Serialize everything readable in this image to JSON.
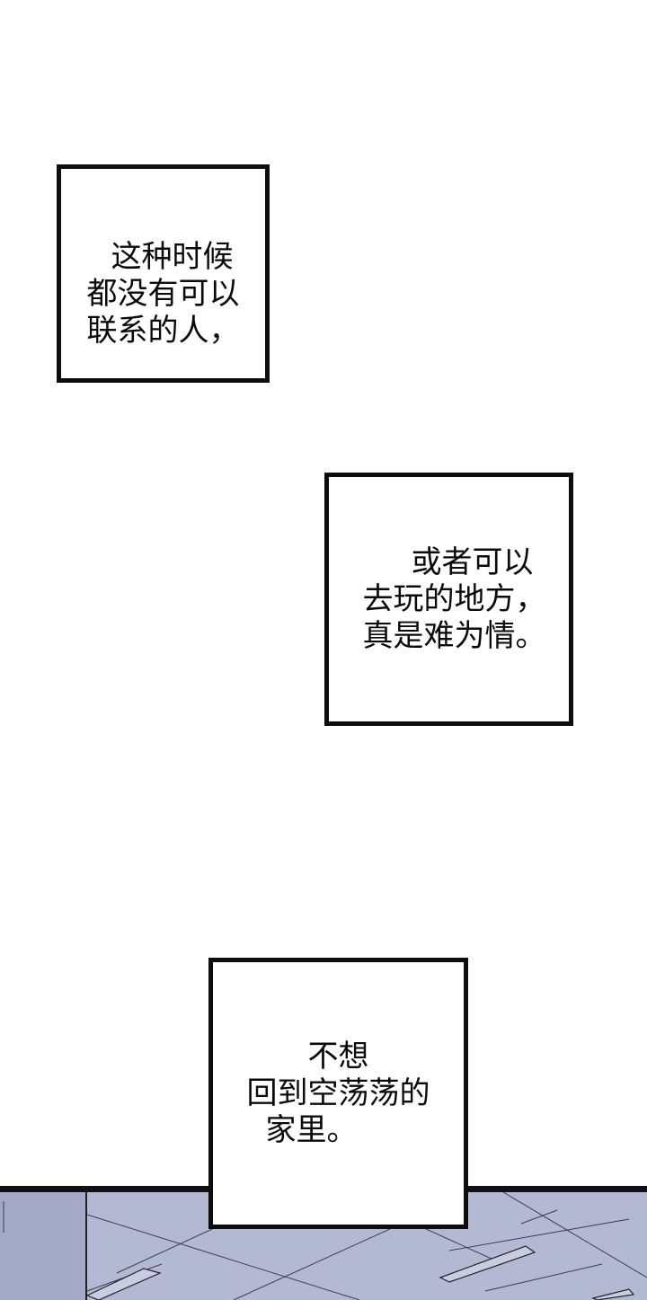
{
  "captions": [
    {
      "lines": [
        "这种时候",
        "都没有可以",
        "联系的人，"
      ]
    },
    {
      "lines": [
        "或者可以",
        "去玩的地方，",
        "真是难为情。"
      ]
    },
    {
      "lines": [
        "不想",
        "回到空荡荡的",
        "家里。"
      ]
    }
  ],
  "colors": {
    "background": "#ffffff",
    "border": "#0d0d0d",
    "floor": "#b4b9d3",
    "wall": "#a3a9c6"
  }
}
